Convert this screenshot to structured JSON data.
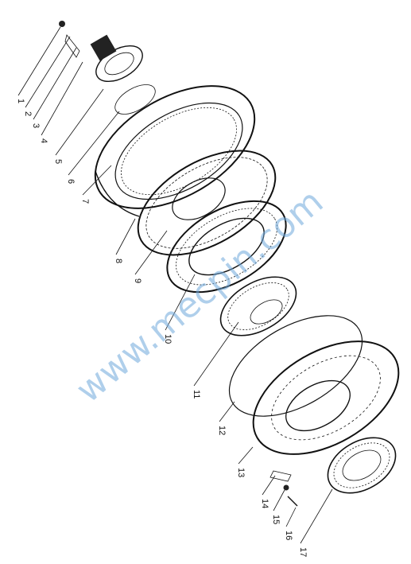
{
  "diagram": {
    "part_labels": [
      "1",
      "2",
      "3",
      "4",
      "5",
      "6",
      "7",
      "8",
      "9",
      "10",
      "11",
      "12",
      "13",
      "14",
      "15",
      "16",
      "17"
    ],
    "watermark": "www.mecpin.com",
    "colors": {
      "ink": "#111111",
      "watermark": "#6fa8dc",
      "background": "#ffffff"
    }
  }
}
